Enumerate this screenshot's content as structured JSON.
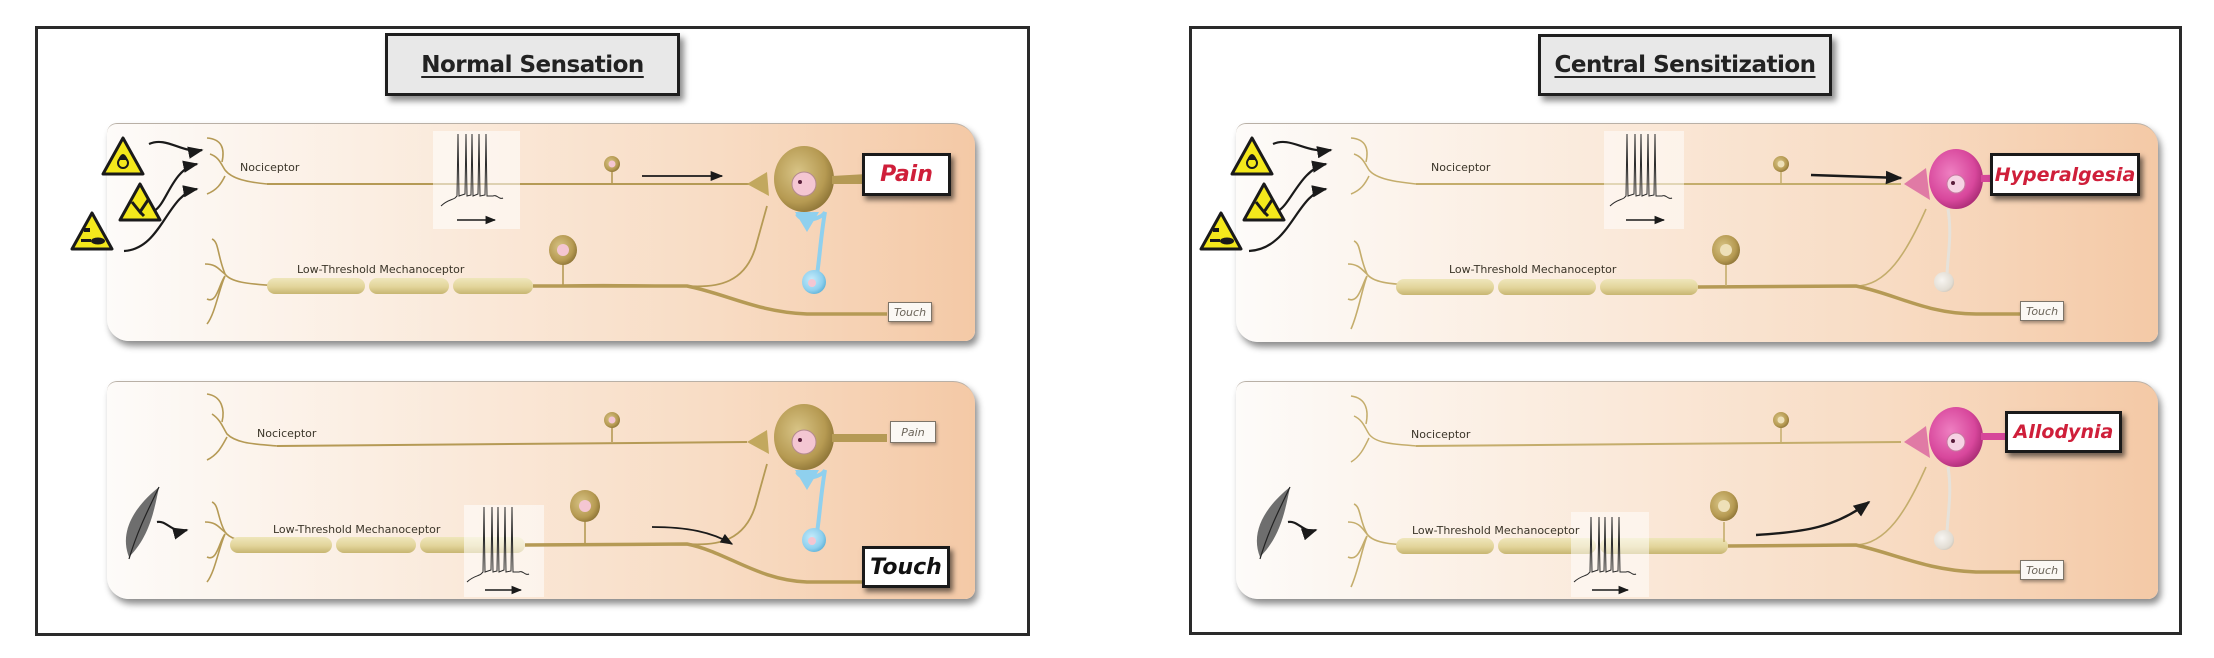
{
  "figures": [
    {
      "title": "Normal Sensation",
      "panels": [
        {
          "stimulus": "noxious",
          "stimulus_icons": [
            "flame-hazard-icon",
            "cut-hazard-icon",
            "corrosive-hazard-icon"
          ],
          "neuron_labels": {
            "nociceptor": "Nociceptor",
            "mechanoceptor": "Low-Threshold Mechanoceptor"
          },
          "active_fiber": "nociceptor",
          "output_primary": "Pain",
          "output_secondary": "Touch",
          "projection_neuron_color": "#b59a55",
          "interneuron_color": "#8fd0ee"
        },
        {
          "stimulus": "light-touch",
          "stimulus_icons": [
            "feather-icon"
          ],
          "neuron_labels": {
            "nociceptor": "Nociceptor",
            "mechanoceptor": "Low-Threshold Mechanoceptor"
          },
          "active_fiber": "mechanoceptor",
          "output_primary": "Touch",
          "output_secondary": "Pain",
          "projection_neuron_color": "#b59a55",
          "interneuron_color": "#8fd0ee"
        }
      ]
    },
    {
      "title": "Central Sensitization",
      "panels": [
        {
          "stimulus": "noxious",
          "stimulus_icons": [
            "flame-hazard-icon",
            "cut-hazard-icon",
            "corrosive-hazard-icon"
          ],
          "neuron_labels": {
            "nociceptor": "Nociceptor",
            "mechanoceptor": "Low-Threshold Mechanoceptor"
          },
          "active_fiber": "nociceptor",
          "output_primary": "Hyperalgesia",
          "output_secondary": "Touch",
          "projection_neuron_color": "#d6479a",
          "interneuron_color": "#e6e2da"
        },
        {
          "stimulus": "light-touch",
          "stimulus_icons": [
            "feather-icon"
          ],
          "neuron_labels": {
            "nociceptor": "Nociceptor",
            "mechanoceptor": "Low-Threshold Mechanoceptor"
          },
          "active_fiber": "mechanoceptor",
          "output_primary": "Allodynia",
          "output_secondary": "Touch",
          "projection_neuron_color": "#d6479a",
          "interneuron_color": "#e6e2da"
        }
      ]
    }
  ],
  "colors": {
    "frame": "#2a2a2a",
    "title_bg": "#e8e8e8",
    "axon": "#b59a55",
    "myelin": "#e6dba6",
    "output_red": "#cf1f3a",
    "hazard_yellow": "#f4e81c"
  }
}
